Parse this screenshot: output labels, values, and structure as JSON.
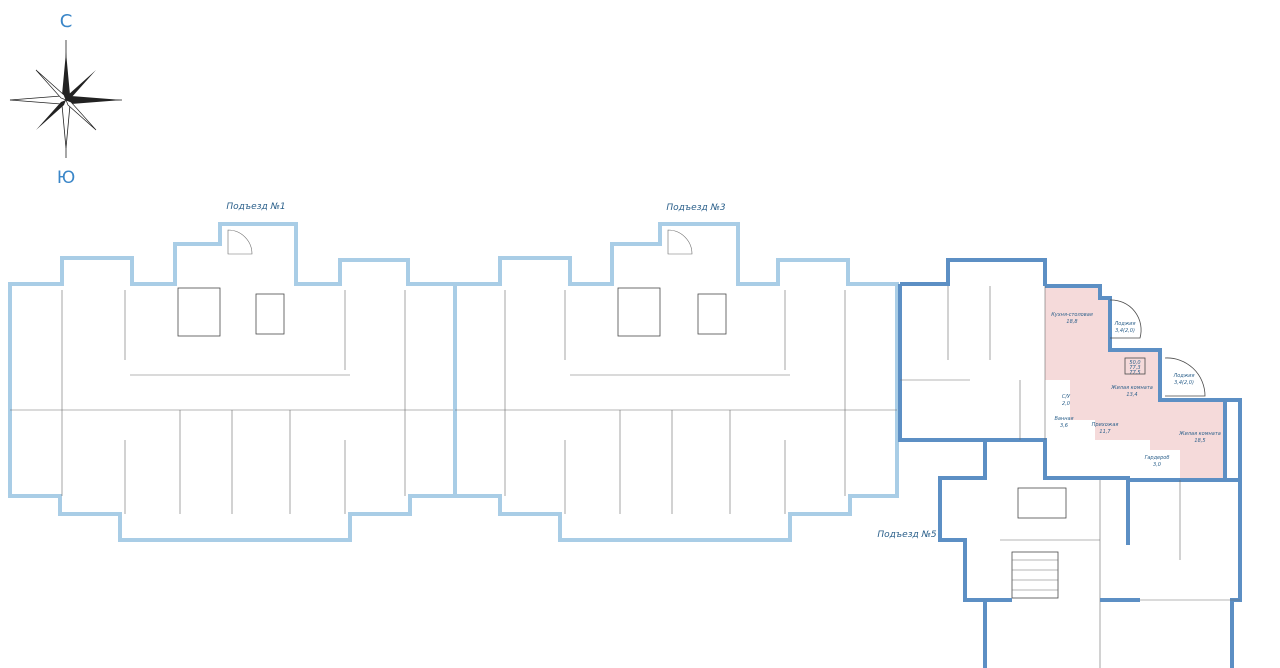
{
  "compass": {
    "north": "С",
    "south": "Ю"
  },
  "entrances": [
    {
      "label": "Подъезд №1"
    },
    {
      "label": "Подъезд №3"
    },
    {
      "label": "Подъезд №5"
    }
  ],
  "apartment": {
    "area_total": "50,0",
    "area_living": "77,3",
    "area_extra": "77,5",
    "rooms": [
      {
        "name": "Кухня-столовая",
        "area": "18,8"
      },
      {
        "name": "Лоджия",
        "area": "3,4(2,0)"
      },
      {
        "name": "Лоджия",
        "area": "3,4(2,0)"
      },
      {
        "name": "Жилая комната",
        "area": "13,4"
      },
      {
        "name": "Жилая комната",
        "area": "18,5"
      },
      {
        "name": "Прихожая",
        "area": "11,7"
      },
      {
        "name": "Ванная",
        "area": "3,6"
      },
      {
        "name": "С/У",
        "area": "2,0"
      },
      {
        "name": "Гардероб",
        "area": "3,0"
      }
    ]
  },
  "colors": {
    "wall_light": "#a9cde6",
    "wall_dark": "#5c8fc4",
    "highlight": "#f5dada",
    "label": "#2a5f8a"
  }
}
